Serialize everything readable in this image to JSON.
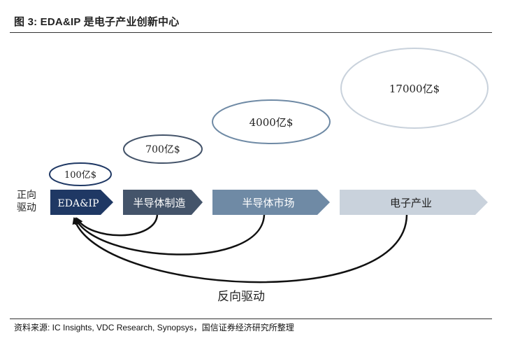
{
  "figure": {
    "title": "图 3: EDA&IP 是电子产业创新中心",
    "source": "资料来源: IC Insights, VDC Research, Synopsys，国信证券经济研究所整理"
  },
  "diagram": {
    "forward_label_line1": "正向",
    "forward_label_line2": "驱动",
    "reverse_label": "反向驱动",
    "stages": [
      {
        "label": "EDA&IP",
        "value": "100亿$",
        "color": "#1f3864"
      },
      {
        "label": "半导体制造",
        "value": "700亿$",
        "color": "#44546a"
      },
      {
        "label": "半导体市场",
        "value": "4000亿$",
        "color": "#6f8aa5"
      },
      {
        "label": "电子产业",
        "value": "17000亿$",
        "color": "#c9d2dc"
      }
    ]
  }
}
